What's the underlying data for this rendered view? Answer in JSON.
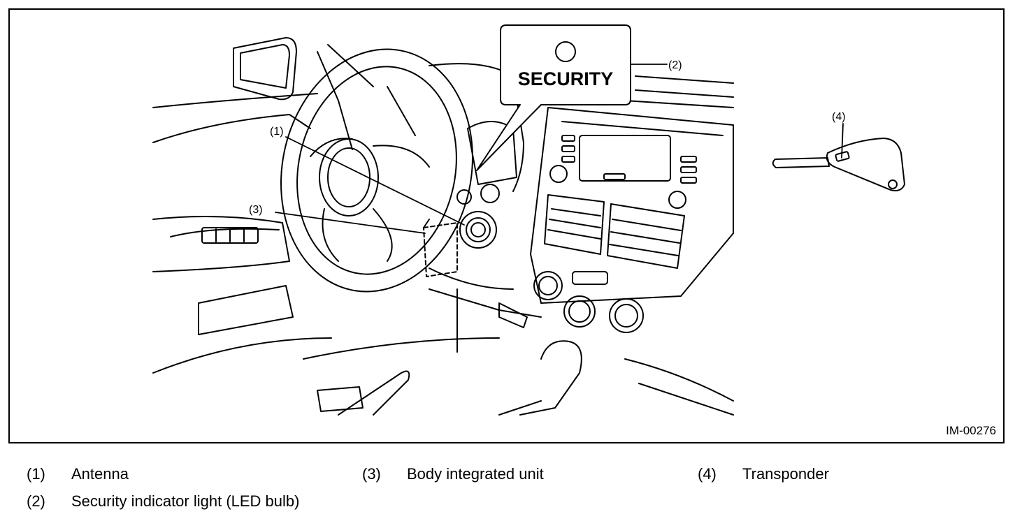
{
  "figure": {
    "id": "IM-00276",
    "indicator_text": "SECURITY",
    "callouts": [
      "(1)",
      "(2)",
      "(3)",
      "(4)"
    ]
  },
  "legend": [
    {
      "num": "(1)",
      "label": "Antenna"
    },
    {
      "num": "(2)",
      "label": "Security indicator light (LED bulb)"
    },
    {
      "num": "(3)",
      "label": "Body integrated unit"
    },
    {
      "num": "(4)",
      "label": "Transponder"
    }
  ]
}
